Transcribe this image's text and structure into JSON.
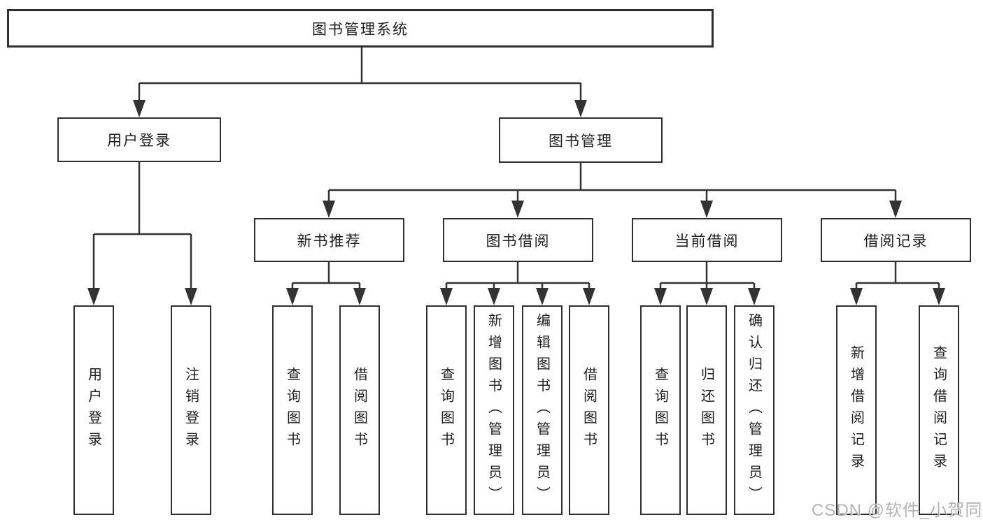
{
  "tree": {
    "label": "图书管理系统",
    "children": [
      {
        "label": "用户登录",
        "children": [
          {
            "label": "用户登录"
          },
          {
            "label": "注销登录"
          }
        ]
      },
      {
        "label": "图书管理",
        "children": [
          {
            "label": "新书推荐",
            "children": [
              {
                "label": "查询图书"
              },
              {
                "label": "借阅图书"
              }
            ]
          },
          {
            "label": "图书借阅",
            "children": [
              {
                "label": "查询图书"
              },
              {
                "label": "新增图书（管理员）"
              },
              {
                "label": "编辑图书（管理员）"
              },
              {
                "label": "借阅图书"
              }
            ]
          },
          {
            "label": "当前借阅",
            "children": [
              {
                "label": "查询图书"
              },
              {
                "label": "归还图书"
              },
              {
                "label": "确认归还（管理员）"
              }
            ]
          },
          {
            "label": "借阅记录",
            "children": [
              {
                "label": "新增借阅记录"
              },
              {
                "label": "查询借阅记录"
              }
            ]
          }
        ]
      }
    ]
  },
  "watermark": "CSDN @软件_小贺同学",
  "colors": {
    "line": "#333333",
    "box_border": "#2f2f2f",
    "text": "#1f1f1f",
    "watermark": "#b3b3b3"
  }
}
